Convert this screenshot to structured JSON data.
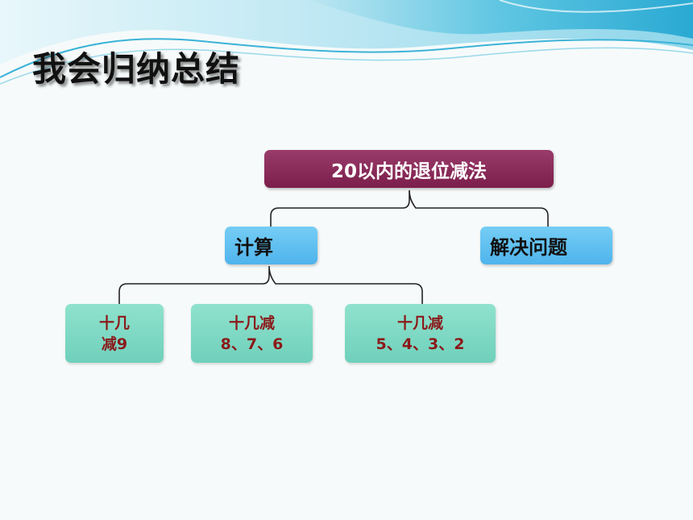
{
  "slide": {
    "title": "我会归纳总结"
  },
  "diagram": {
    "root": "20以内的退位减法",
    "level1": [
      "计算",
      "解决问题"
    ],
    "level2": [
      {
        "line1": "十几",
        "line2": "减9"
      },
      {
        "line1": "十几减",
        "line2": "8、7、6"
      },
      {
        "line1": "十几减",
        "line2": "5、4、3、2"
      }
    ]
  },
  "colors": {
    "root_fill": "#7c1e4b",
    "level1_fill": "#5bbcef",
    "level2_fill": "#7fd9c4",
    "level2_text": "#8b1a1a",
    "waves": "#4cc0de"
  }
}
